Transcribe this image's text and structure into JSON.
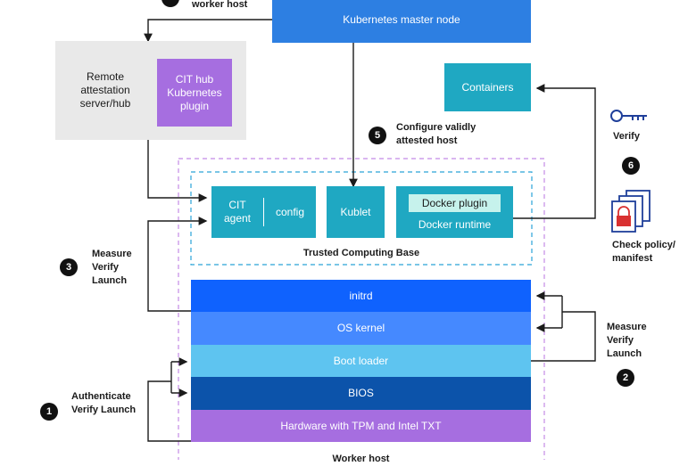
{
  "top": {
    "worker_host_label": "worker host"
  },
  "master_node": {
    "label": "Kubernetes master node"
  },
  "remote": {
    "label": "Remote attestation server/hub",
    "plugin_label": "CIT hub Kubernetes plugin"
  },
  "containers": {
    "label": "Containers"
  },
  "step5": {
    "number": "5",
    "label": "Configure validly attested host"
  },
  "step6": {
    "number": "6",
    "verify_label": "Verify",
    "check_label": "Check policy/ manifest"
  },
  "tcb": {
    "cit_agent": "CIT agent",
    "config": "config",
    "kublet": "Kublet",
    "docker_plugin": "Docker plugin",
    "docker_runtime": "Docker runtime",
    "label": "Trusted Computing Base"
  },
  "stack": {
    "initrd": "initrd",
    "os_kernel": "OS kernel",
    "boot_loader": "Boot loader",
    "bios": "BIOS",
    "hardware": "Hardware with TPM and Intel TXT"
  },
  "step3": {
    "number": "3",
    "label": "Measure Verify Launch"
  },
  "step2": {
    "number": "2",
    "label": "Measure Verify Launch"
  },
  "step1": {
    "number": "1",
    "label": "Authenticate Verify Launch"
  },
  "bottom": {
    "worker_host_label": "Worker host"
  },
  "colors": {
    "master_blue": "#2d7fe2",
    "teal": "#1fa8c2",
    "purple": "#a66ee0",
    "gray_panel": "#e9e9e9",
    "initrd": "#0f62fe",
    "os_kernel": "#4589ff",
    "boot_loader": "#5ec4f0",
    "bios": "#0c53aa",
    "hardware": "#a66ee0"
  },
  "icons": [
    "key-icon",
    "lock-documents-icon",
    "arrow-icon"
  ]
}
